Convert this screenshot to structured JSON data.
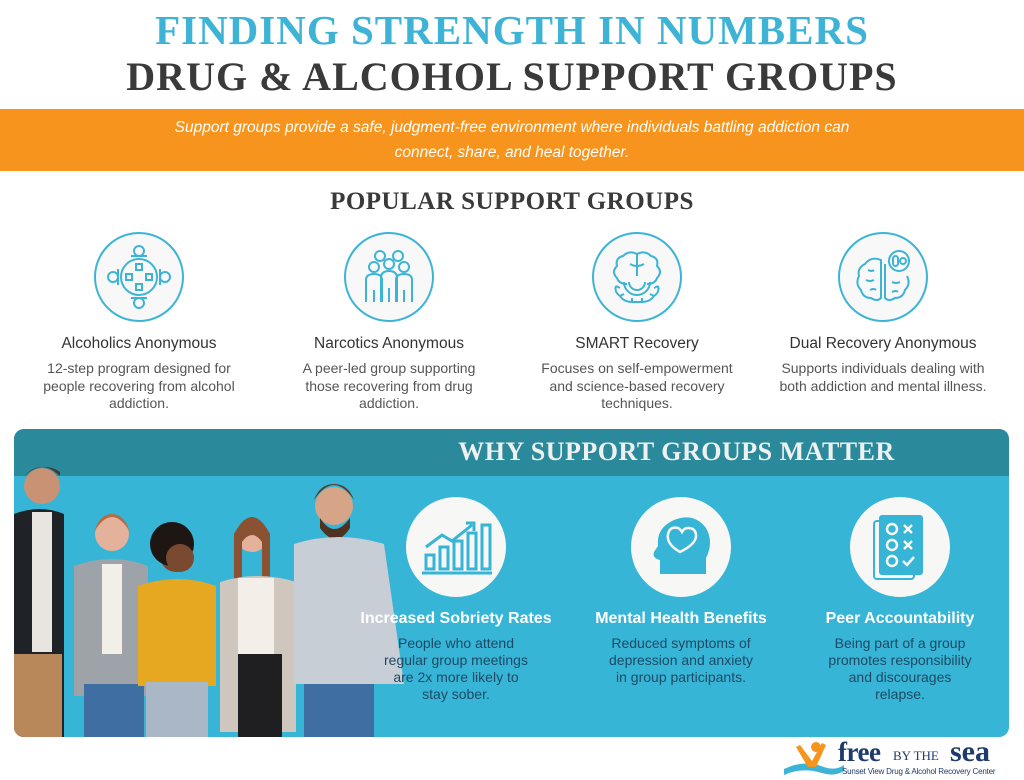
{
  "header": {
    "title_line1": "FINDING STRENGTH IN NUMBERS",
    "title_line2": "DRUG & ALCOHOL SUPPORT GROUPS"
  },
  "banner": {
    "line1": "Support groups provide a safe, judgment-free environment where individuals battling addiction can",
    "line2": "connect, share, and heal together."
  },
  "popular": {
    "title": "POPULAR SUPPORT GROUPS",
    "groups": [
      {
        "icon": "round-table-meeting-icon",
        "title": "Alcoholics Anonymous",
        "desc": "12-step program designed for people recovering from alcohol addiction."
      },
      {
        "icon": "group-of-people-icon",
        "title": "Narcotics Anonymous",
        "desc": "A peer-led group supporting those recovering from drug addiction."
      },
      {
        "icon": "brain-gear-icon",
        "title": "SMART Recovery",
        "desc": "Focuses on self-empowerment and science-based recovery techniques."
      },
      {
        "icon": "brain-pills-icon",
        "title": "Dual Recovery Anonymous",
        "desc": "Supports individuals dealing with both addiction and mental illness."
      }
    ]
  },
  "why": {
    "title": "WHY SUPPORT GROUPS MATTER",
    "image_alt": "group of five smiling young adults",
    "benefits": [
      {
        "icon": "rising-bar-chart-icon",
        "title": "Increased Sobriety Rates",
        "desc": "People who attend regular group meetings are 2x more likely to stay sober."
      },
      {
        "icon": "head-heart-icon",
        "title": "Mental Health Benefits",
        "desc": "Reduced symptoms of depression and anxiety in group participants."
      },
      {
        "icon": "checklist-people-icon",
        "title": "Peer Accountability",
        "desc": "Being part of a group promotes responsibility and discourages relapse."
      }
    ]
  },
  "logo": {
    "free": "free",
    "by_the": "BY THE",
    "sea": "sea",
    "tagline": "Sunset View Drug & Alcohol Recovery Center"
  },
  "colors": {
    "accent_blue": "#3db4d6",
    "orange": "#f7941d",
    "teal_header": "#2a8a9b",
    "panel_blue": "#36b5d6",
    "dark_text": "#3a3a3a",
    "navy": "#1d3b6b"
  }
}
